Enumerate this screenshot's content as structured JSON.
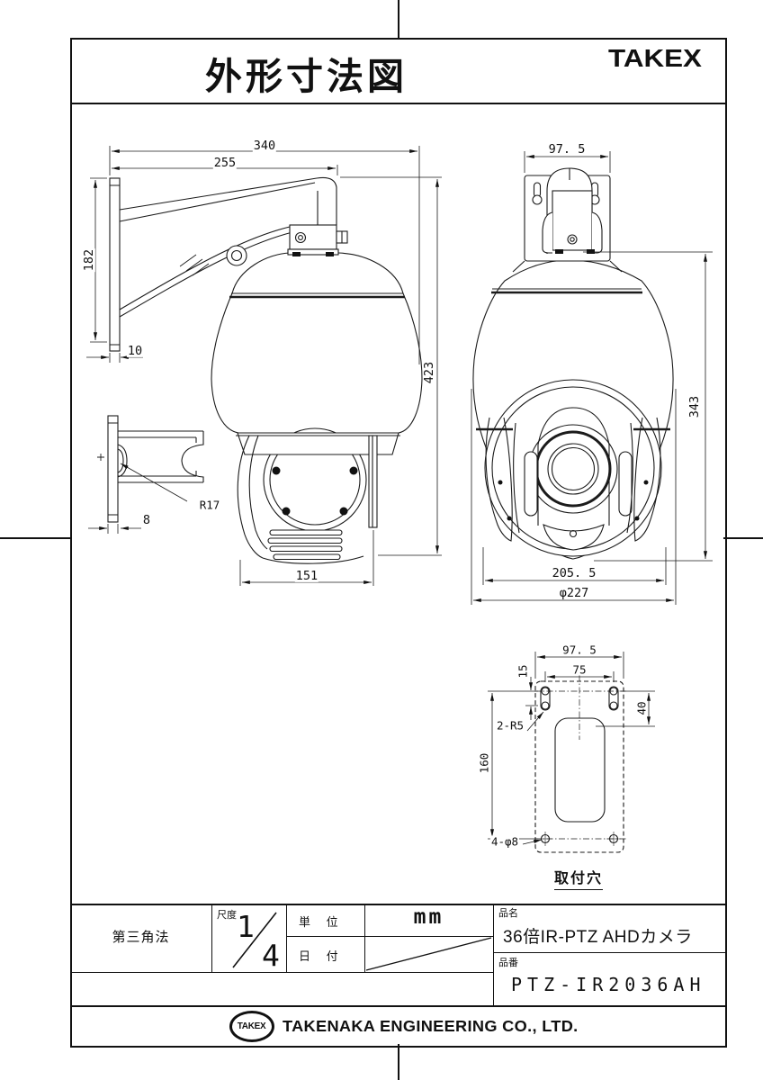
{
  "title": {
    "heading": "外形寸法図",
    "brand": "TAKEX"
  },
  "views": {
    "side": {
      "dims": {
        "overall_width": "340",
        "arm_length": "255",
        "plate_height": "182",
        "plate_thickness": "10",
        "overall_height": "423",
        "head_width": "151",
        "bracket_radius": "R17",
        "detail_thickness": "8"
      }
    },
    "front": {
      "dims": {
        "plate_width": "97. 5",
        "body_height": "343",
        "head_width": "205. 5",
        "dome_diameter": "φ227"
      }
    },
    "mounting": {
      "label": "取付穴",
      "dims": {
        "plate_width": "97. 5",
        "hole_span": "75",
        "slot_length": "15",
        "top_offset": "40",
        "hole_pitch": "160",
        "slot_note": "2-R5",
        "hole_note": "4-φ8"
      }
    }
  },
  "info_block": {
    "projection": "第三角法",
    "scale_label": "尺度",
    "scale_numerator": "1",
    "scale_denominator": "4",
    "unit_label": "単 位",
    "unit_value": "mm",
    "date_label": "日 付",
    "name_label": "品名",
    "name_value": "36倍IR-PTZ AHDカメラ",
    "number_label": "品番",
    "number_value": "PTZ-IR2036AH"
  },
  "footer": {
    "logo_text": "TAKEX",
    "company": "TAKENAKA ENGINEERING CO., LTD."
  }
}
